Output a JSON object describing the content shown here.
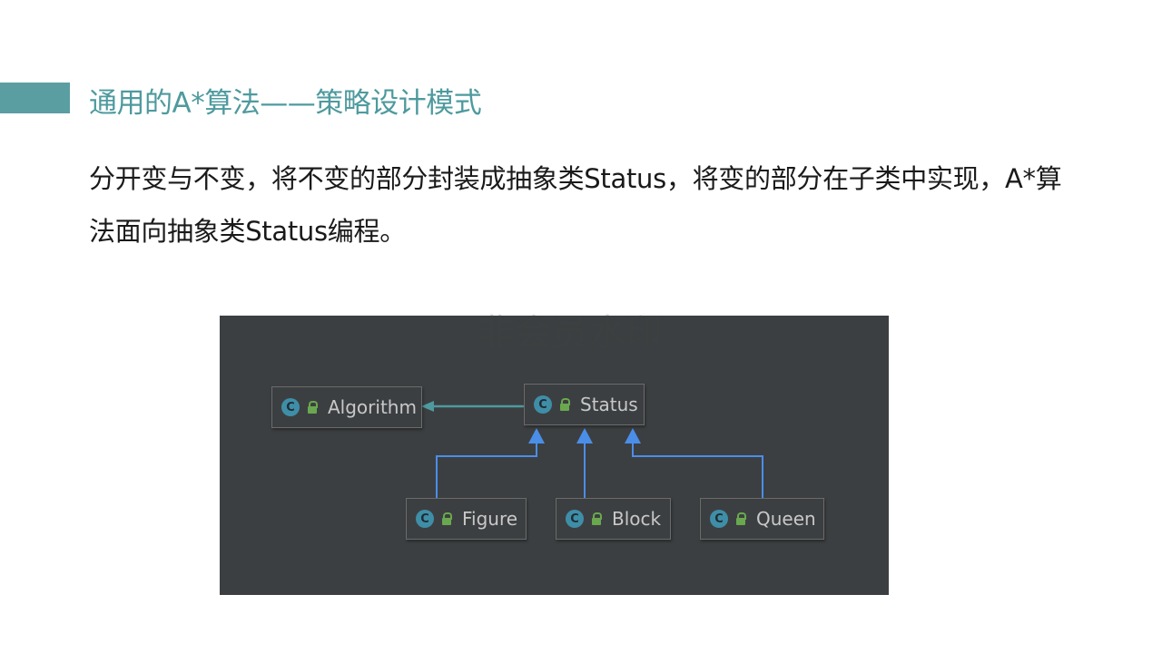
{
  "slide": {
    "title": "通用的A*算法——策略设计模式",
    "body": "分开变与不变，将不变的部分封装成抽象类Status，将变的部分在子类中实现，A*算法面向抽象类Status编程。",
    "accent_color": "#5a9ea2"
  },
  "diagram": {
    "watermark": "非会员水印",
    "nodes": {
      "algorithm": "Algorithm",
      "status": "Status",
      "figure": "Figure",
      "block": "Block",
      "queen": "Queen"
    },
    "class_icon_letter": "C",
    "icons": [
      "class-icon",
      "public-lock-icon"
    ],
    "colors": {
      "background": "#3c3f41",
      "association_arrow": "#4e9a9e",
      "inheritance_arrow": "#4a8ee8",
      "class_icon": "#3f8ea8"
    }
  }
}
